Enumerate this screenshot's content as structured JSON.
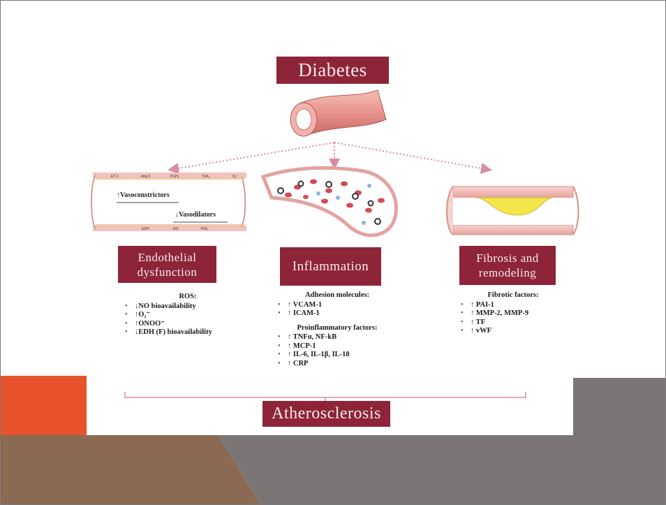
{
  "title": "Diabetes",
  "outcome": "Atherosclerosis",
  "branches": [
    {
      "title_line1": "Endothelial",
      "title_line2": "dysfunction",
      "vessel_labels": {
        "top": [
          "ET-1",
          "Ang II",
          "PGH₂",
          "TXA₂",
          "O₂⁻"
        ],
        "constrictors": "↑Vasoconstrictors",
        "dilators": "↓Vasodilators",
        "bottom": [
          "EDH",
          "NO",
          "PGI₂"
        ]
      },
      "section1_title": "ROS:",
      "section1_items": [
        "↓NO bioavailability",
        "↑O₂⁻",
        "↑ONOO⁻",
        "↓EDH (F) bioavailability"
      ]
    },
    {
      "title": "Inflammation",
      "section1_title": "Adhesion molecules:",
      "section1_items": [
        "↑ VCAM-1",
        "↑ ICAM-1"
      ],
      "section2_title": "Proinflammatory factors:",
      "section2_items": [
        "↑ TNFα, NF-kB",
        "↑ MCP-1",
        "↑ IL-6, IL-1β, IL-18",
        "↑ CRP"
      ]
    },
    {
      "title_line1": "Fibrosis and",
      "title_line2": "remodeling",
      "section1_title": "Fibrotic factors:",
      "section1_items": [
        "↑ PAI-1",
        "↑ MMP-2, MMP-9",
        "↑ TF",
        "↑ vWF"
      ]
    }
  ],
  "colors": {
    "title_box": "#8e2438",
    "vessel_wall": "#e8a39d",
    "plaque": "#f2e64a",
    "arrow": "#d98ca0",
    "deco_orange": "#e8532e",
    "deco_brown": "#8a6a52",
    "deco_gray": "#797473"
  }
}
